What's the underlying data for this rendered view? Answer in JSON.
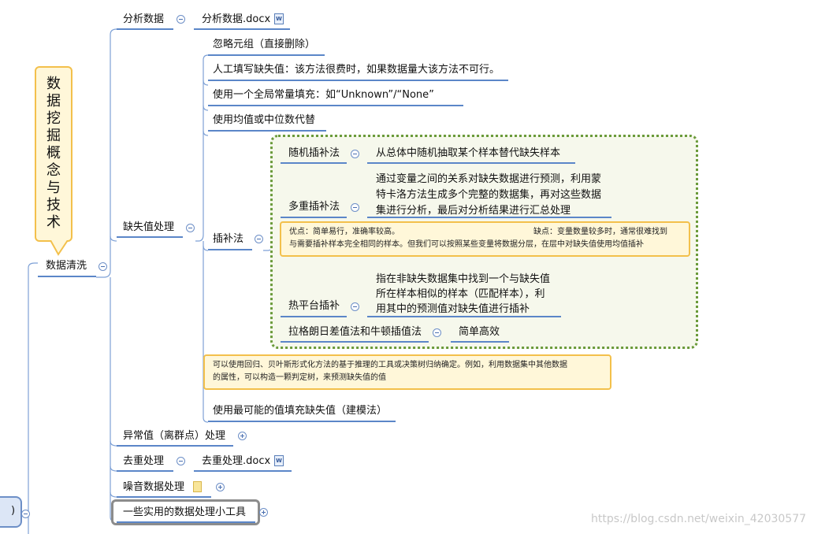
{
  "callout_chars": [
    "数",
    "据",
    "挖",
    "掘",
    "概",
    "念",
    "与",
    "技",
    "术"
  ],
  "root_label_fragment": ")",
  "clean": {
    "label": "数据清洗",
    "analysis": {
      "label": "分析数据",
      "file": "分析数据.docx"
    },
    "missing": {
      "label": "缺失值处理",
      "options": [
        "忽略元组（直接删除）",
        "人工填写缺失值：该方法很费时，如果数据量大该方法不可行。",
        "使用一个全局常量填充：如“Unknown”/“None”",
        "使用均值或中位数代替"
      ],
      "imputation": {
        "label": "插补法",
        "random": {
          "label": "随机插补法",
          "desc": "从总体中随机抽取某个样本替代缺失样本"
        },
        "multiple": {
          "label": "多重插补法",
          "desc_lines": [
            "通过变量之间的关系对缺失数据进行预测，利用蒙",
            "特卡洛方法生成多个完整的数据集，再对这些数据",
            "集进行分析，最后对分析结果进行汇总处理"
          ]
        },
        "hotdeck_note": {
          "pros": "优点：简单易行，准确率较高。",
          "cons": "缺点：变量数量较多时，通常很难找到",
          "line2": "与需要插补样本完全相同的样本。但我们可以按照某些变量将数据分层，在层中对缺失值使用均值插补"
        },
        "hotdeck": {
          "label": "热平台插补",
          "desc_lines": [
            "指在非缺失数据集中找到一个与缺失值",
            "所在样本相似的样本（匹配样本），利",
            "用其中的预测值对缺失值进行插补"
          ]
        },
        "lagrange": {
          "label": "拉格朗日差值法和牛顿插值法",
          "desc": "简单高效"
        }
      },
      "model_note": {
        "line1": "可以使用回归、贝叶斯形式化方法的基于推理的工具或决策树归纳确定。例如，利用数据集中其他数据",
        "line2": "的属性，可以构造一颗判定树，来预测缺失值的值"
      },
      "model": "使用最可能的值填充缺失值（建模法）"
    },
    "outlier": "异常值（离群点）处理",
    "dedup": {
      "label": "去重处理",
      "file": "去重处理.docx"
    },
    "noise": "噪音数据处理",
    "tools": "一些实用的数据处理小工具"
  },
  "doc_icon_text": "W",
  "watermark": "https://blog.csdn.net/weixin_42030577",
  "colors": {
    "line": "#5b86c8",
    "note_fill": "#fff7d9",
    "note_border": "#f3c04b",
    "box_border": "#6a9a3a"
  }
}
